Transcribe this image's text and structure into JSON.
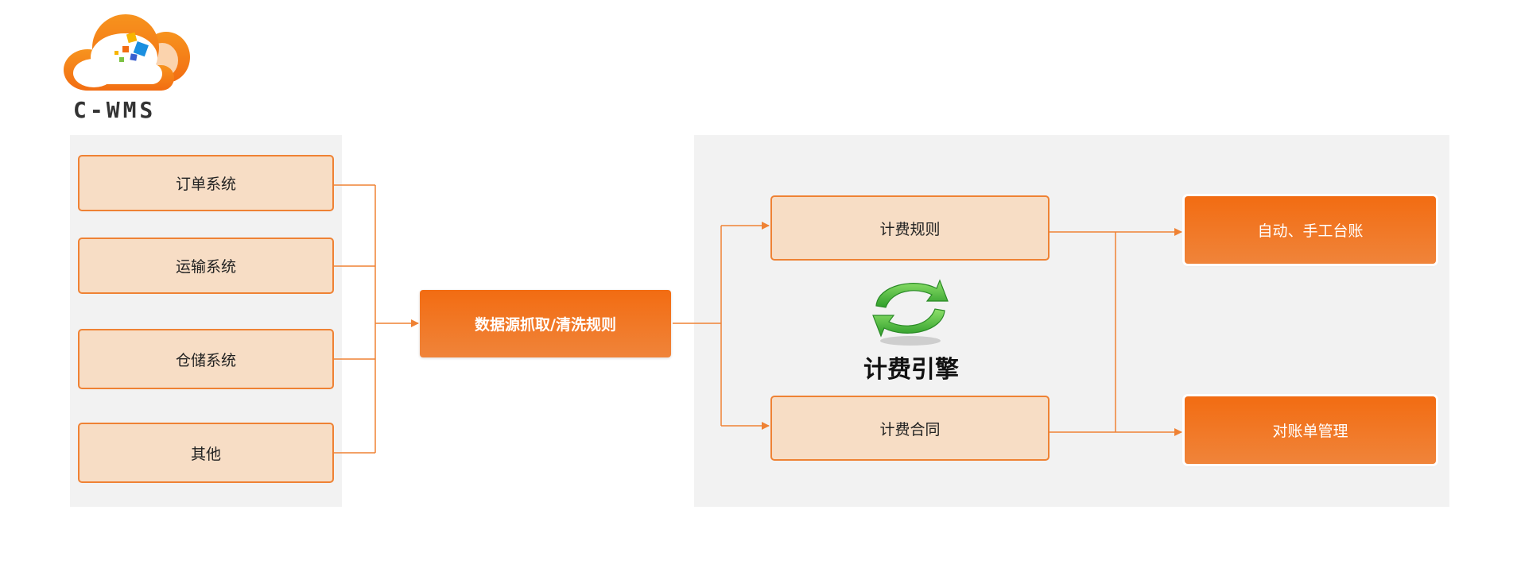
{
  "logo": {
    "text": "C-WMS"
  },
  "sources": [
    {
      "label": "订单系统"
    },
    {
      "label": "运输系统"
    },
    {
      "label": "仓储系统"
    },
    {
      "label": "其他"
    }
  ],
  "processor": {
    "label": "数据源抓取/清洗规则"
  },
  "engine": {
    "title": "计费引擎",
    "icon": "refresh-icon",
    "inputs": [
      {
        "label": "计费规则"
      },
      {
        "label": "计费合同"
      }
    ]
  },
  "outputs": [
    {
      "label": "自动、手工台账"
    },
    {
      "label": "对账单管理"
    }
  ],
  "colors": {
    "accent": "#f26c12",
    "box_fill": "#f7ddc5",
    "panel": "#f2f2f2",
    "line": "#ef8234"
  }
}
